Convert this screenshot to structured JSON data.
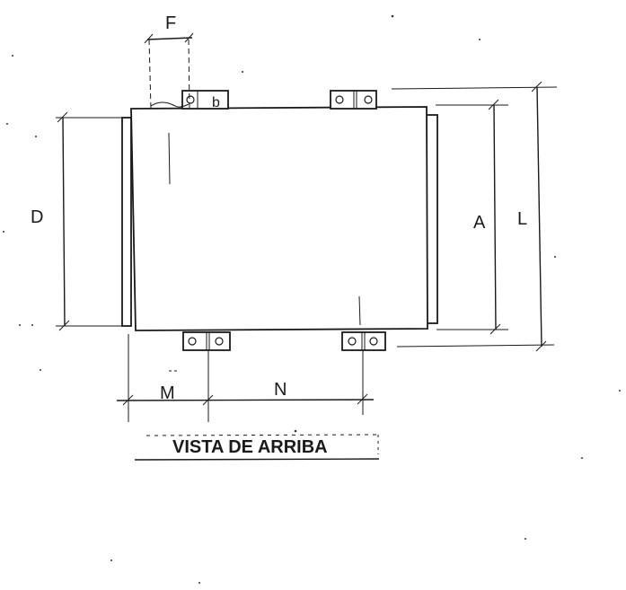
{
  "drawing": {
    "title": "VISTA DE ARRIBA",
    "dimensions": {
      "F": "F",
      "D": "D",
      "A": "A",
      "L": "L",
      "M": "M",
      "N": "N"
    }
  }
}
